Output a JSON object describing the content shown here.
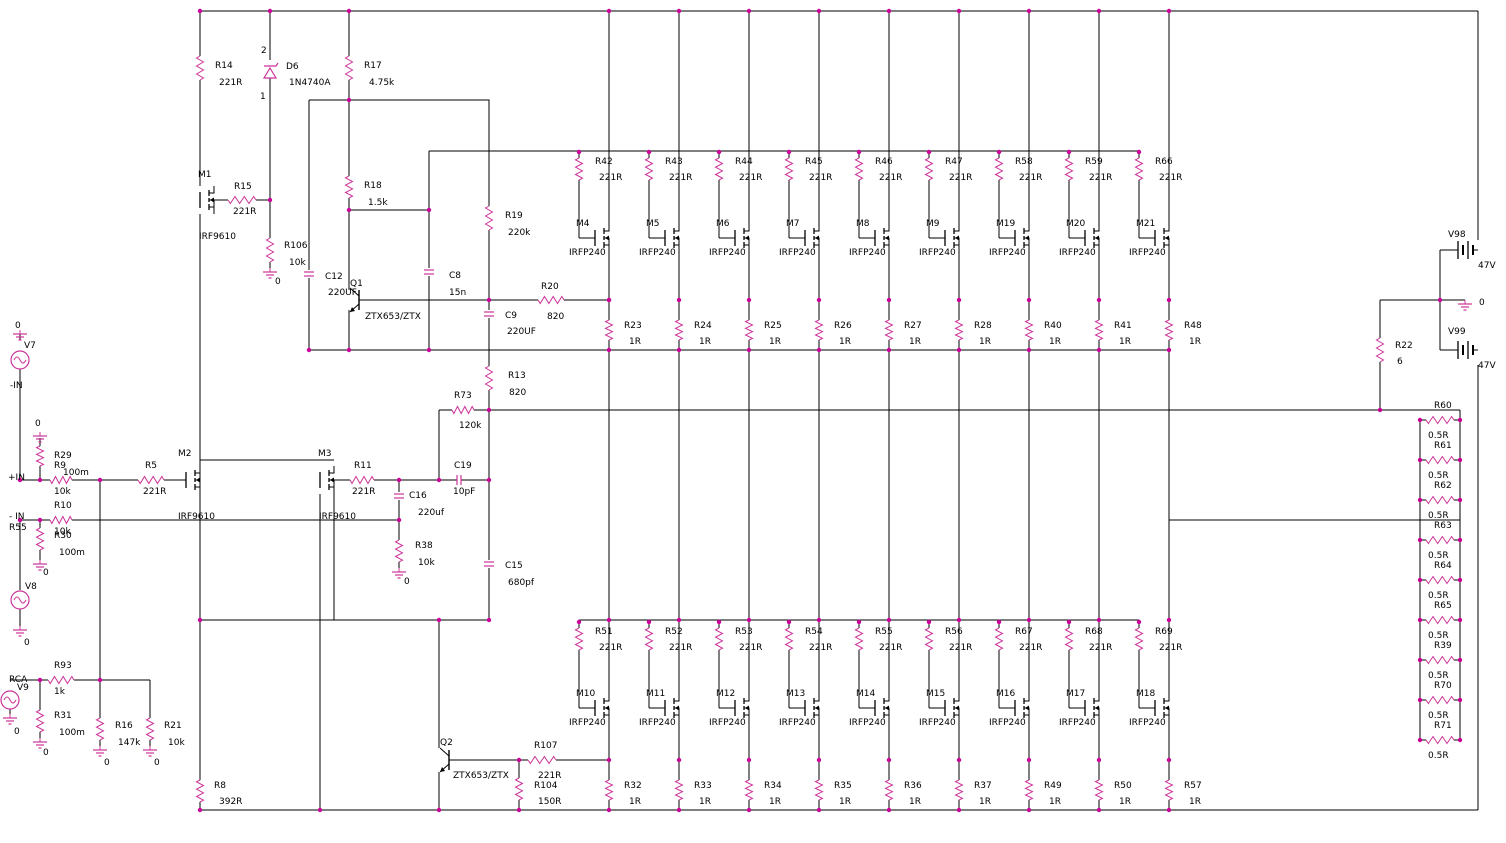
{
  "colors": {
    "wire": "#000000",
    "part": "#cc3399",
    "junction": "#cc0099",
    "background": "#ffffff"
  },
  "top_bank": [
    {
      "r": "R42",
      "m": "M4",
      "re": "R23"
    },
    {
      "r": "R43",
      "m": "M5",
      "re": "R24"
    },
    {
      "r": "R44",
      "m": "M6",
      "re": "R25"
    },
    {
      "r": "R45",
      "m": "M7",
      "re": "R26"
    },
    {
      "r": "R46",
      "m": "M8",
      "re": "R27"
    },
    {
      "r": "R47",
      "m": "M9",
      "re": "R28"
    },
    {
      "r": "R58",
      "m": "M19",
      "re": "R40"
    },
    {
      "r": "R59",
      "m": "M20",
      "re": "R41"
    },
    {
      "r": "R66",
      "m": "M21",
      "re": "R48"
    }
  ],
  "bottom_bank": [
    {
      "r": "R51",
      "m": "M10",
      "re": "R32"
    },
    {
      "r": "R52",
      "m": "M11",
      "re": "R33"
    },
    {
      "r": "R53",
      "m": "M12",
      "re": "R34"
    },
    {
      "r": "R54",
      "m": "M13",
      "re": "R35"
    },
    {
      "r": "R55",
      "m": "M14",
      "re": "R36"
    },
    {
      "r": "R56",
      "m": "M15",
      "re": "R37"
    },
    {
      "r": "R67",
      "m": "M16",
      "re": "R49"
    },
    {
      "r": "R68",
      "m": "M17",
      "re": "R50"
    },
    {
      "r": "R69",
      "m": "M18",
      "re": "R57"
    }
  ],
  "bank_values": {
    "gate": "221R",
    "emitter": "1R",
    "device": "IRFP240"
  },
  "out_res": [
    "R60",
    "R61",
    "R62",
    "R63",
    "R64",
    "R65",
    "R39",
    "R70",
    "R71"
  ],
  "out_val": "0.5R",
  "labels": {
    "R14": "R14",
    "R14v": "221R",
    "D6": "D6",
    "D6v": "1N4740A",
    "D6p2": "2",
    "D6p1": "1",
    "R17": "R17",
    "R17v": "4.75k",
    "M1": "M1",
    "M1v": "IRF9610",
    "R15": "R15",
    "R15v": "221R",
    "R106": "R106",
    "R106v": "10k",
    "gnd0a": "0",
    "R18": "R18",
    "R18v": "1.5k",
    "R19": "R19",
    "R19v": "220k",
    "C12": "C12",
    "C12v": "220UF",
    "Q1": "Q1",
    "Q1v": "ZTX653/ZTX",
    "C8": "C8",
    "C8v": "15n",
    "R20": "R20",
    "R20v": "820",
    "C9": "C9",
    "C9v": "220UF",
    "R13": "R13",
    "R13v": "820",
    "R73": "R73",
    "R73v": "120k",
    "M2": "M2",
    "M2v": "IRF9610",
    "M3": "M3",
    "M3v": "IRF9610",
    "R11": "R11",
    "R11v": "221R",
    "C19": "C19",
    "C19v": "10pF",
    "C16": "C16",
    "C16v": "220uf",
    "R38": "R38",
    "R38v": "10k",
    "gnd0b": "0",
    "C15": "C15",
    "C15v": "680pf",
    "R5": "R5",
    "R5v": "221R",
    "V7": "V7",
    "V7top": "0",
    "inneg": "-IN",
    "gnd0c": "0",
    "R29": "R29",
    "R29v": "100m",
    "R9": "R9",
    "R9v": "10k",
    "inpos": "+IN",
    "R10": "R10",
    "R10v": "10k",
    "inneg2": "- IN",
    "R55lbl": "R55",
    "R30": "R30",
    "R30v": "100m",
    "V8": "V8",
    "gnd0d": "0",
    "gnd0e": "0",
    "RCA": "RCA",
    "R93": "R93",
    "R93v": "1k",
    "V9": "V9",
    "gnd0f": "0",
    "R31": "R31",
    "R31v": "100m",
    "gnd0g": "0",
    "R16": "R16",
    "R16v": "147k",
    "gnd0h": "0",
    "R21": "R21",
    "R21v": "10k",
    "gnd0i": "0",
    "R8": "R8",
    "R8v": "392R",
    "Q2": "Q2",
    "Q2v": "ZTX653/ZTX",
    "R107": "R107",
    "R107v": "221R",
    "R104": "R104",
    "R104v": "150R",
    "V98": "V98",
    "V98v": "47V",
    "V99": "V99",
    "V99v": "47V",
    "gndR": "0",
    "R22": "R22",
    "R22v": "6"
  }
}
